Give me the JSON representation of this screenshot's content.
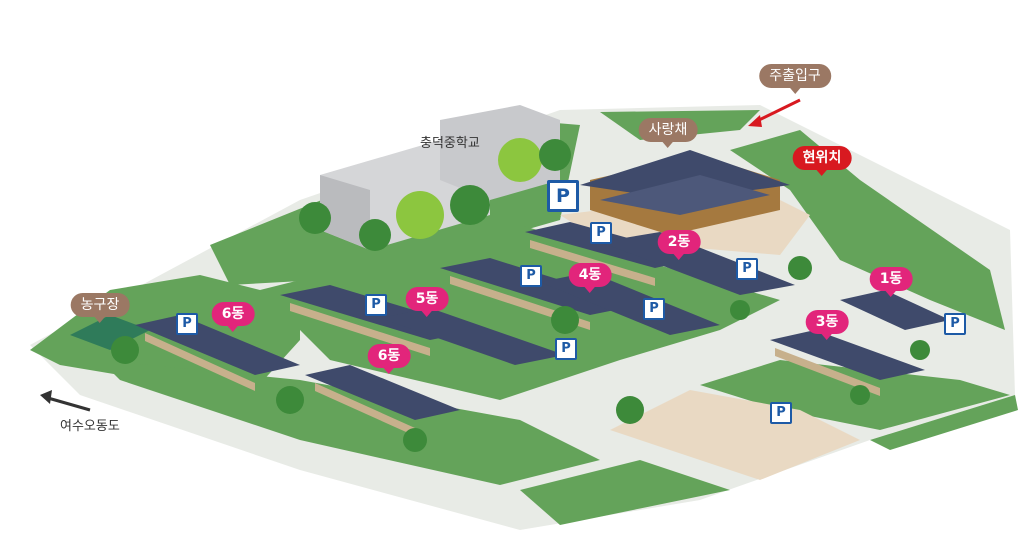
{
  "labels": {
    "school": "충덕중학교",
    "sarangchae": "사랑채",
    "exit_entrance": "주출입구",
    "current_location": "현위치",
    "basketball": "농구장",
    "yeosu": "여수오동도",
    "building_1": "1동",
    "building_2": "2동",
    "building_3": "3동",
    "building_4": "4동",
    "building_5": "5동",
    "building_6a": "6동",
    "building_6b": "6동"
  },
  "parking_symbol": "P",
  "colors": {
    "grass": "#64a35a",
    "path": "#e8ebe6",
    "sand": "#e9d9c3",
    "roof": "#3f4a6b",
    "pink_label": "#e2257b",
    "brown_label": "#9b7864",
    "red_label": "#d81920",
    "parking": "#1d5aa6"
  }
}
